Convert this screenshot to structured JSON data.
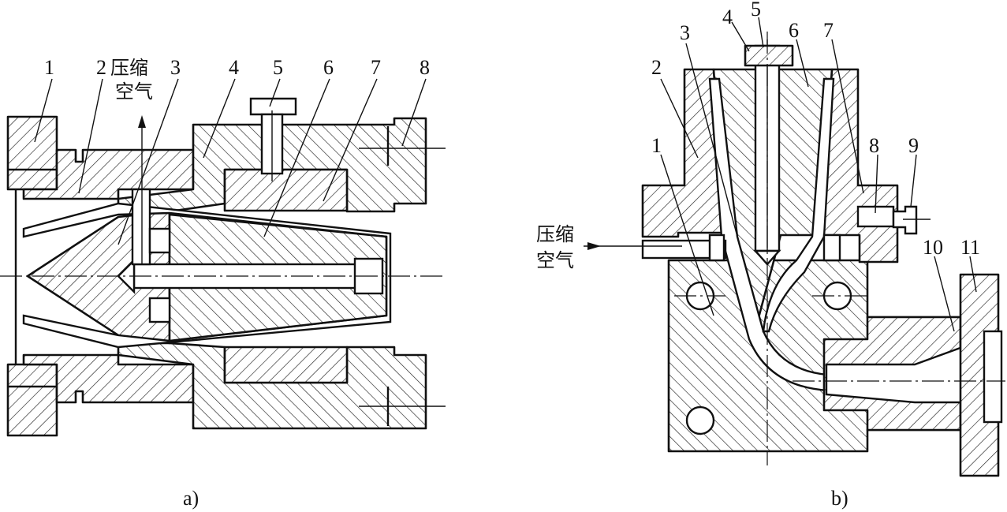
{
  "panel_a": {
    "callouts": [
      "1",
      "2",
      "3",
      "4",
      "5",
      "6",
      "7",
      "8"
    ],
    "air_label_line1": "压缩",
    "air_label_line2": "空气",
    "caption": "a)"
  },
  "panel_b": {
    "callouts": [
      "1",
      "2",
      "3",
      "4",
      "5",
      "6",
      "7",
      "8",
      "9",
      "10",
      "11"
    ],
    "air_label_line1": "压缩",
    "air_label_line2": "空气",
    "caption": "b)"
  }
}
